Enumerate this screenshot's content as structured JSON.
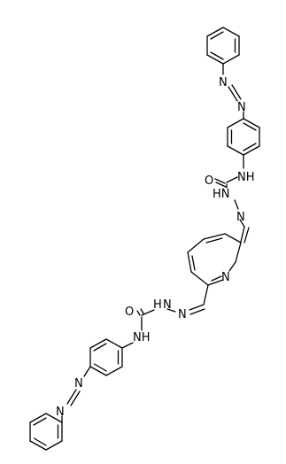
{
  "molecule": {
    "atom_labels": {
      "n_azo_top_1": "N",
      "n_azo_top_2": "N",
      "nh_top": "NH",
      "o_top": "O",
      "hn_top": "HN",
      "n_hydrazone_top": "N",
      "n_pyridine": "N",
      "n_hydrazone_bottom": "N",
      "hn_bottom": "N",
      "h_bottom": "H",
      "o_bottom": "O",
      "nh_bottom": "NH",
      "n_azo_bottom_1": "N",
      "n_azo_bottom_2": "N"
    }
  }
}
